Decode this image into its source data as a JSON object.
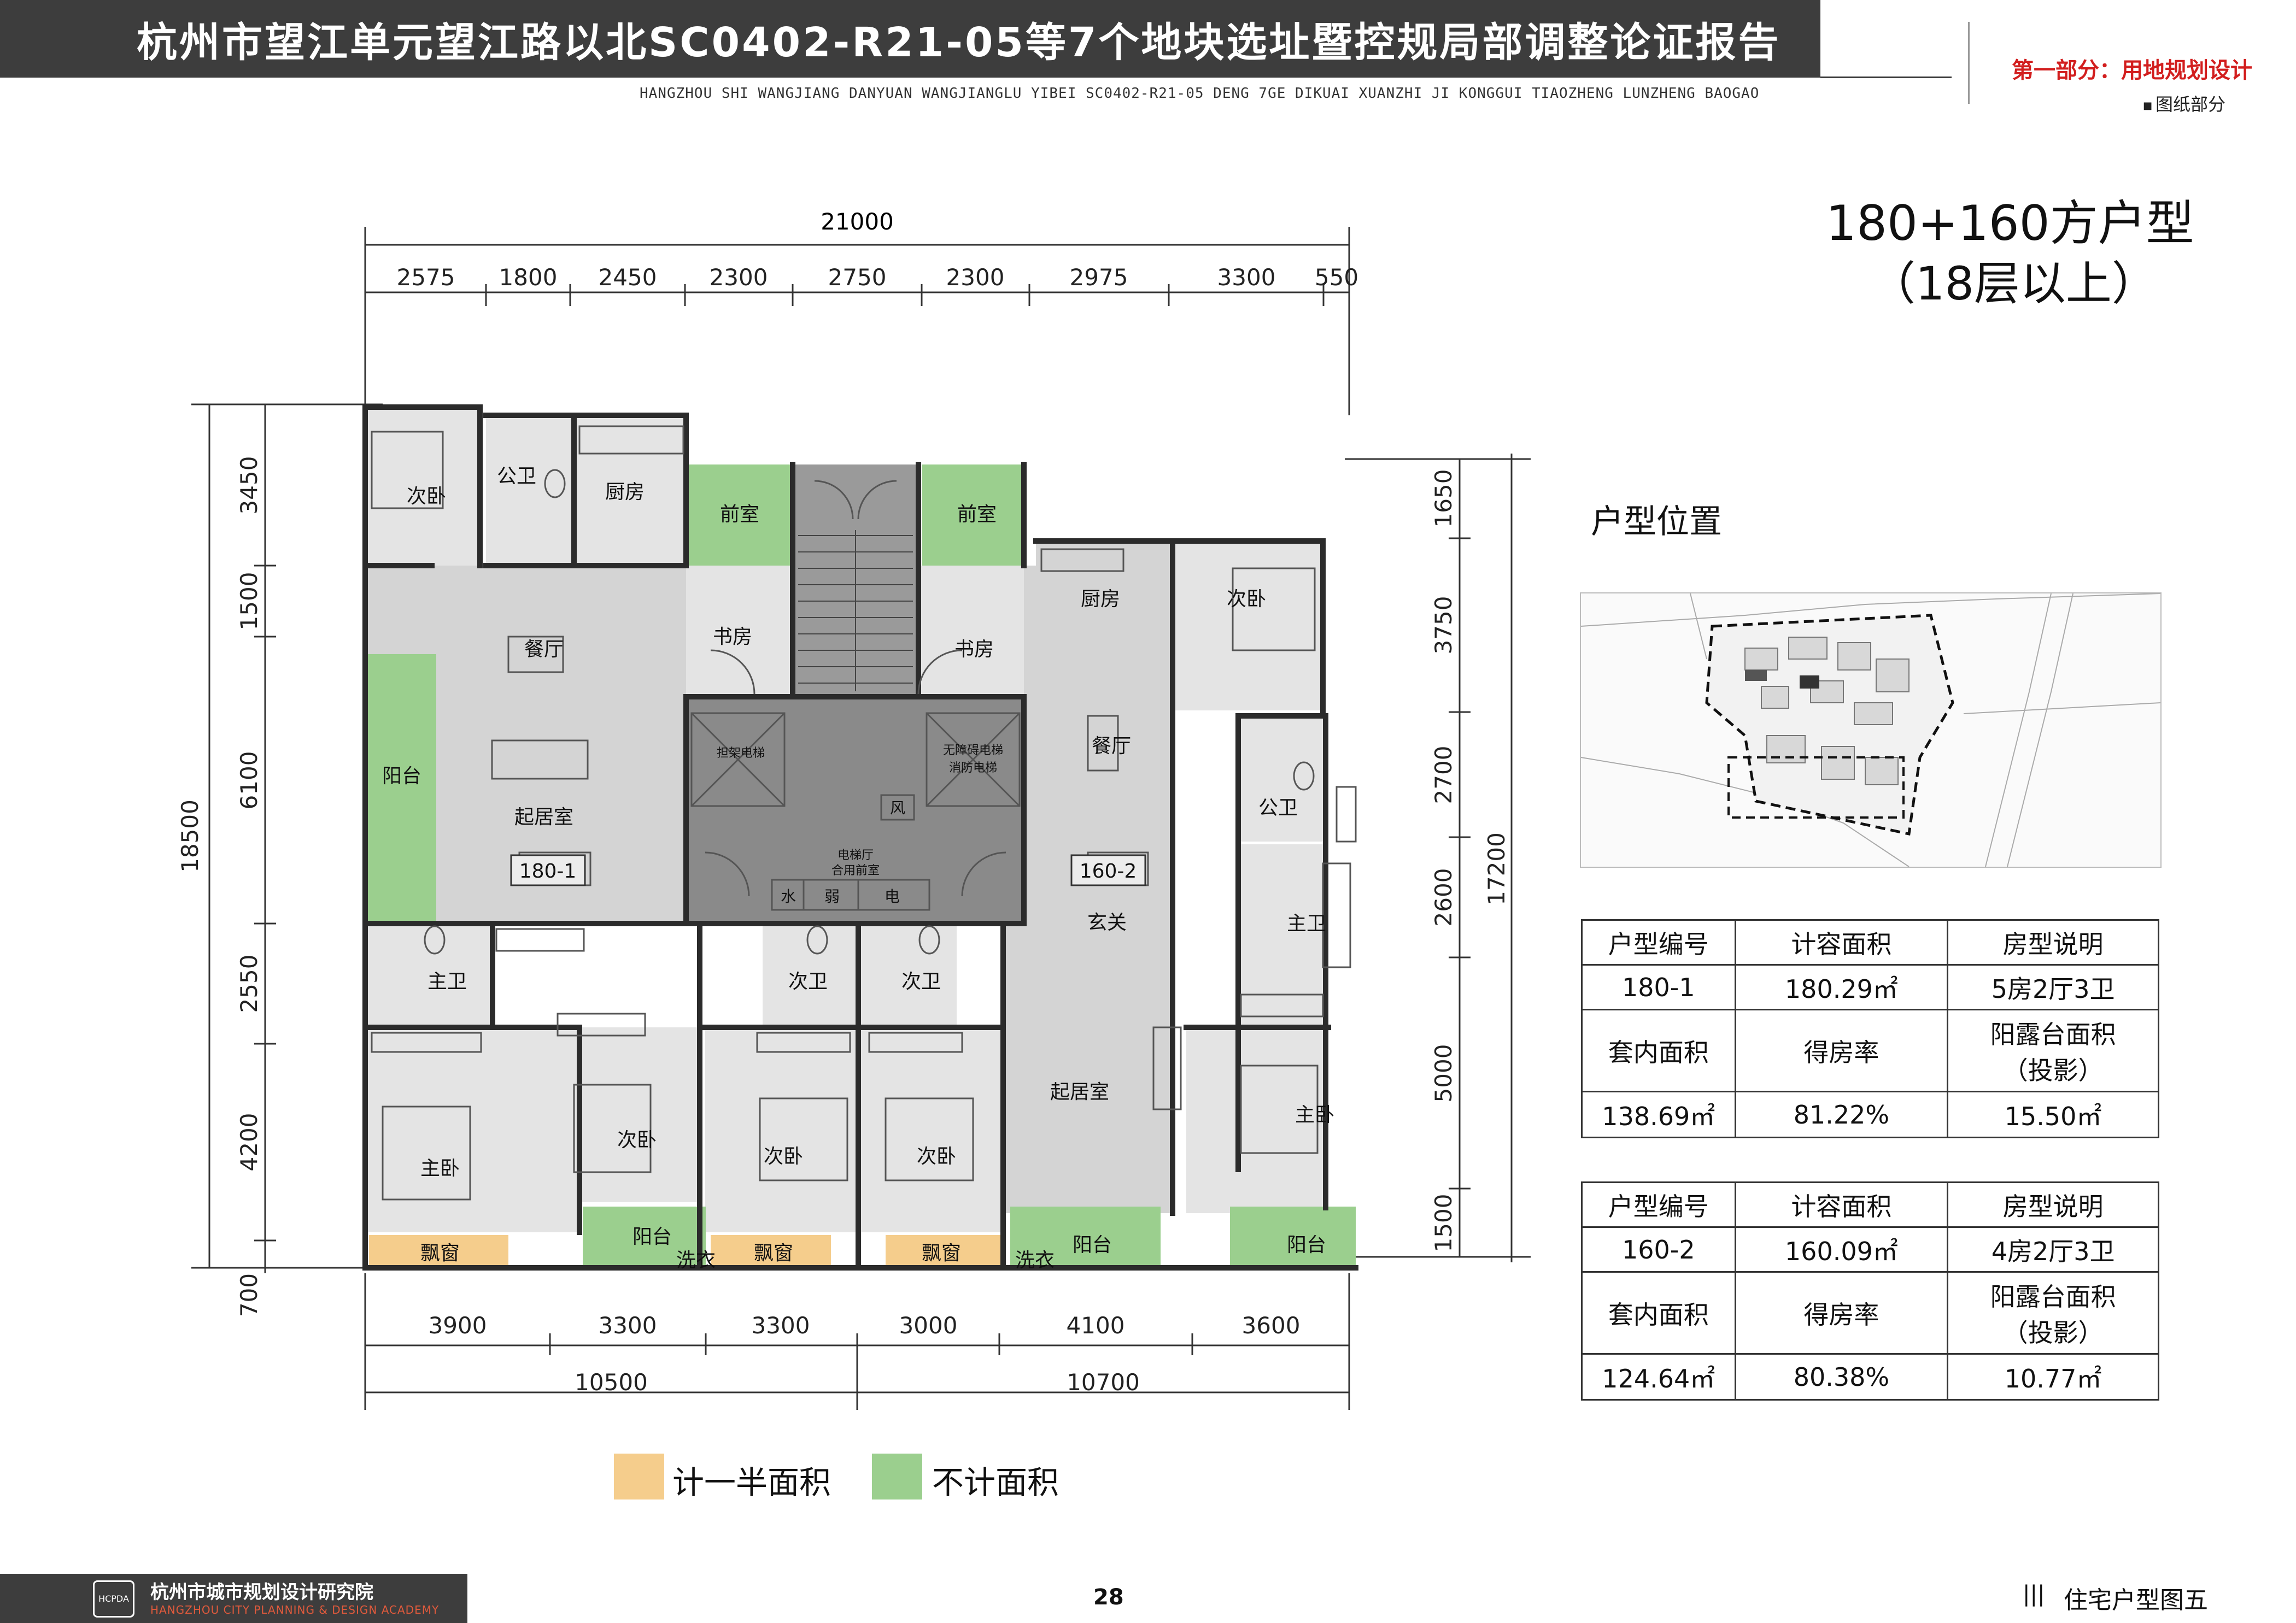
{
  "header": {
    "title": "杭州市望江单元望江路以北SC0402-R21-05等7个地块选址暨控规局部调整论证报告",
    "subtitle": "HANGZHOU SHI WANGJIANG DANYUAN WANGJIANGLU YIBEI SC0402-R21-05 DENG 7GE DIKUAI XUANZHI JI KONGGUI TIAOZHENG LUNZHENG BAOGAO",
    "part": "第一部分：用地规划设计",
    "section": "图纸部分"
  },
  "unit": {
    "title": "180+160方户型",
    "subtitle": "（18层以上）",
    "location_title": "户型位置"
  },
  "dimensions": {
    "top_total": "21000",
    "top": [
      "2575",
      "1800",
      "2450",
      "2300",
      "2750",
      "2300",
      "2975",
      "3300",
      "550"
    ],
    "bottom": [
      "3900",
      "3300",
      "3300",
      "3000",
      "4100",
      "3600"
    ],
    "bottom_total": [
      "10500",
      "10700"
    ],
    "left": [
      "3450",
      "1500",
      "6100",
      "2550",
      "4200",
      "700"
    ],
    "left_total": "18500",
    "right": [
      "1650",
      "3750",
      "2700",
      "2600",
      "5000",
      "1500"
    ],
    "right_total": "17200"
  },
  "rooms": {
    "bedroom2": "次卧",
    "public_wc": "公卫",
    "kitchen": "厨房",
    "anteroom": "前室",
    "study": "书房",
    "dining": "餐厅",
    "balcony": "阳台",
    "living": "起居室",
    "unit_a": "180-1",
    "unit_b": "160-2",
    "lift_hall": "电梯厅",
    "shared_ante": "合用前室",
    "hoist_lift": "担架电梯",
    "fire_lift": "无障碍电梯",
    "fire_lift2": "消防电梯",
    "wind": "风",
    "water": "水",
    "weak": "弱",
    "electric": "电",
    "master_wc": "主卫",
    "second_wc": "次卫",
    "master_bed": "主卧",
    "bay_window": "飘窗",
    "laundry": "洗衣",
    "entrance": "玄关"
  },
  "table1": {
    "h1": "户型编号",
    "h2": "计容面积",
    "h3": "房型说明",
    "v1": "180-1",
    "v2": "180.29㎡",
    "v3": "5房2厅3卫",
    "h4": "套内面积",
    "h5": "得房率",
    "h6a": "阳露台面积",
    "h6b": "（投影）",
    "v4": "138.69㎡",
    "v5": "81.22%",
    "v6": "15.50㎡"
  },
  "table2": {
    "h1": "户型编号",
    "h2": "计容面积",
    "h3": "房型说明",
    "v1": "160-2",
    "v2": "160.09㎡",
    "v3": "4房2厅3卫",
    "h4": "套内面积",
    "h5": "得房率",
    "h6a": "阳露台面积",
    "h6b": "（投影）",
    "v4": "124.64㎡",
    "v5": "80.38%",
    "v6": "10.77㎡"
  },
  "legend": {
    "half_area": "计一半面积",
    "no_area": "不计面积",
    "half_color": "#f5cd8c",
    "no_color": "#9bcf8e"
  },
  "footer": {
    "org_cn": "杭州市城市规划设计研究院",
    "org_en": "HANGZHOU CITY PLANNING & DESIGN ACADEMY",
    "logo": "HCPDA",
    "page": "28",
    "right_label": "住宅户型图五"
  }
}
